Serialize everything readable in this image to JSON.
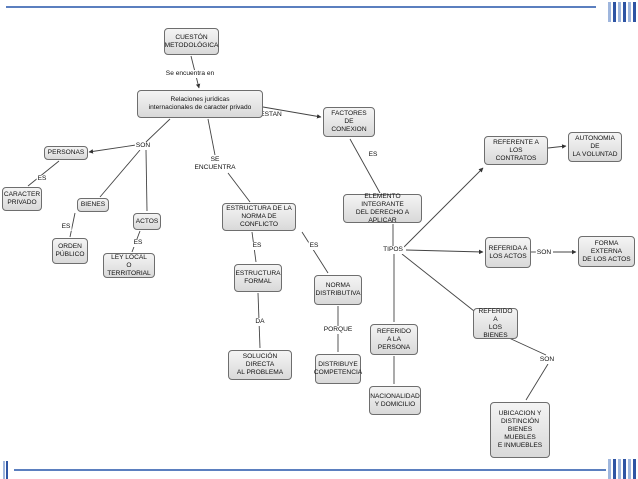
{
  "concept_map": {
    "nodes": [
      {
        "id": "cuestion",
        "text": "CUESTÓN\nMETODOLÓGICA"
      },
      {
        "id": "relaciones",
        "text": "Relaciones jurídicas\ninternacionales de caracter privado"
      },
      {
        "id": "factores",
        "text": "FACTORES DE\nCONEXION"
      },
      {
        "id": "personas",
        "text": "PERSONAS"
      },
      {
        "id": "caracter",
        "text": "CARACTER\nPRIVADO"
      },
      {
        "id": "bienes",
        "text": "BIENES"
      },
      {
        "id": "orden",
        "text": "ORDEN\nPÚBLICO"
      },
      {
        "id": "actos",
        "text": "ACTOS"
      },
      {
        "id": "ley",
        "text": "LEY LOCAL\nO TERRITORIAL"
      },
      {
        "id": "estructura",
        "text": "ESTRUCTURA DE LA\nNORMA DE CONFLICTO"
      },
      {
        "id": "formal",
        "text": "ESTRUCTURA\nFORMAL"
      },
      {
        "id": "norma",
        "text": "NORMA\nDISTRIBUTIVA"
      },
      {
        "id": "solucion",
        "text": "SOLUCIÓN DIRECTA\nAL PROBLEMA"
      },
      {
        "id": "distribuye",
        "text": "DISTRIBUYE\nCOMPETENCIA"
      },
      {
        "id": "elemento",
        "text": "ELEMENTO INTEGRANTE\nDEL DERECHO A APLICAR"
      },
      {
        "id": "ref_persona",
        "text": "REFERIDO\nA LA PERSONA"
      },
      {
        "id": "nacionalidad",
        "text": "NACIONALIDAD\nY DOMICILIO"
      },
      {
        "id": "ref_contratos",
        "text": "REFERENTE A LOS\nCONTRATOS"
      },
      {
        "id": "autonomia",
        "text": "AUTONOMIA DE\nLA VOLUNTAD"
      },
      {
        "id": "ref_actos",
        "text": "REFERIDA A\nLOS ACTOS"
      },
      {
        "id": "forma",
        "text": "FORMA EXTERNA\nDE LOS ACTOS"
      },
      {
        "id": "ref_bienes",
        "text": "REFERIDO A\nLOS BIENES"
      },
      {
        "id": "ubicacion",
        "text": "UBICACION Y\nDISTINCIÓN\nBIENES MUEBLES\nE INMUEBLES"
      }
    ],
    "link_labels": [
      {
        "id": "se_encuentra_en",
        "text": "Se encuentra en"
      },
      {
        "id": "estan",
        "text": "ESTAN"
      },
      {
        "id": "son1",
        "text": "SON"
      },
      {
        "id": "se_encuentra",
        "text": "SE\nENCUENTRA"
      },
      {
        "id": "es_caracter",
        "text": "ES"
      },
      {
        "id": "es_orden",
        "text": "ES"
      },
      {
        "id": "es_ley",
        "text": "ES"
      },
      {
        "id": "es_formal",
        "text": "ES"
      },
      {
        "id": "es_norma",
        "text": "ES"
      },
      {
        "id": "da",
        "text": "DA"
      },
      {
        "id": "porque",
        "text": "PORQUE"
      },
      {
        "id": "es_factores",
        "text": "ES"
      },
      {
        "id": "tipos",
        "text": "TIPOS"
      },
      {
        "id": "son_actos",
        "text": "SON"
      },
      {
        "id": "son_bienes",
        "text": "SON"
      }
    ]
  }
}
